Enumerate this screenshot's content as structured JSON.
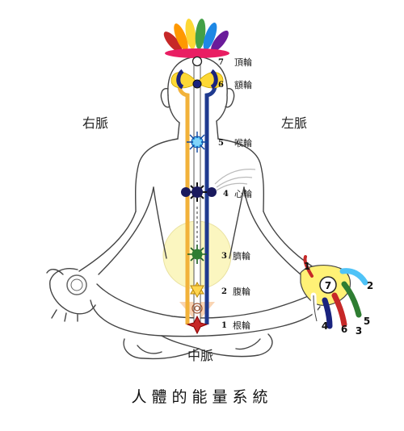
{
  "labels": {
    "right_channel": "右脈",
    "left_channel": "左脈",
    "central_channel": "中脈",
    "title": "人體的能量系統"
  },
  "chakras": [
    {
      "num": "7",
      "name": "頂輪",
      "color": "#ffffff"
    },
    {
      "num": "6",
      "name": "額輪",
      "color": "#1a237e"
    },
    {
      "num": "5",
      "name": "喉輪",
      "color": "#4fc3f7"
    },
    {
      "num": "4",
      "name": "心輪",
      "color": "#1a1a5e"
    },
    {
      "num": "3",
      "name": "臍輪",
      "color": "#2e7d32"
    },
    {
      "num": "2",
      "name": "腹輪",
      "color": "#ffd54f"
    },
    {
      "num": "1",
      "name": "根輪",
      "color": "#c62828"
    }
  ],
  "hand_numbers": [
    "1",
    "2",
    "3",
    "4",
    "5",
    "6",
    "7"
  ],
  "colors": {
    "right_channel": "#f2b23a",
    "left_channel": "#1f3a8f",
    "central_channel": "#ffffff",
    "aura": "#fbf6c0",
    "outline": "#444444"
  }
}
